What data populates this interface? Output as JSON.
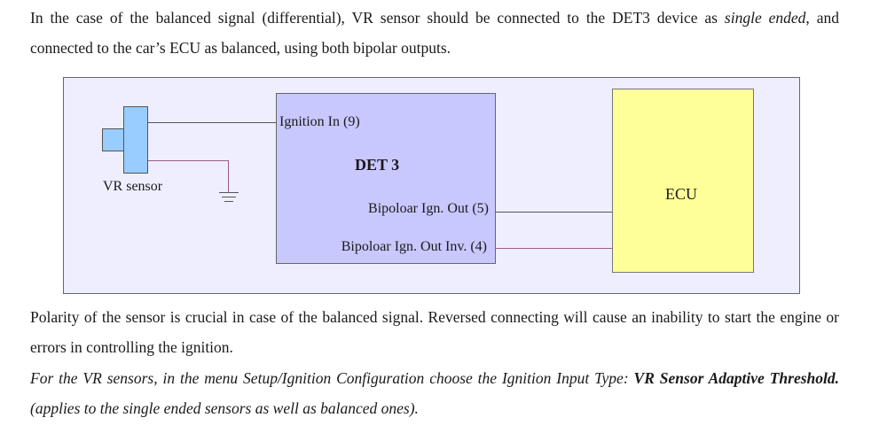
{
  "intro": {
    "part1": "In the case of the balanced signal (differential), VR sensor should be connected to the DET3 device as ",
    "italic": "single ended",
    "part2": ", and connected to the car’s ECU as balanced, using both bipolar outputs."
  },
  "diagram": {
    "sensor_label": "VR sensor",
    "det3_title": "DET 3",
    "ignition_in": "Ignition In (9)",
    "bipolar_out": "Bipoloar Ign. Out (5)",
    "bipolar_out_inv": "Bipoloar Ign. Out Inv. (4)",
    "ecu_label": "ECU",
    "colors": {
      "background": "#eeeeff",
      "det3": "#c8c8ff",
      "ecu": "#ffff99",
      "sensor": "#99ccff",
      "pink_wire": "#a05a8a"
    }
  },
  "polarity": {
    "text": "Polarity of the sensor is crucial in case of the balanced signal. Reversed connecting will cause an inability to start the engine or errors in controlling the ignition."
  },
  "note": {
    "part1": "For the VR sensors, in the menu Setup/Ignition Configuration  choose the  Ignition Input Type: ",
    "bold": "VR Sensor Adaptive Threshold.",
    "part2": " (applies to the single ended sensors as well as balanced ones)."
  }
}
